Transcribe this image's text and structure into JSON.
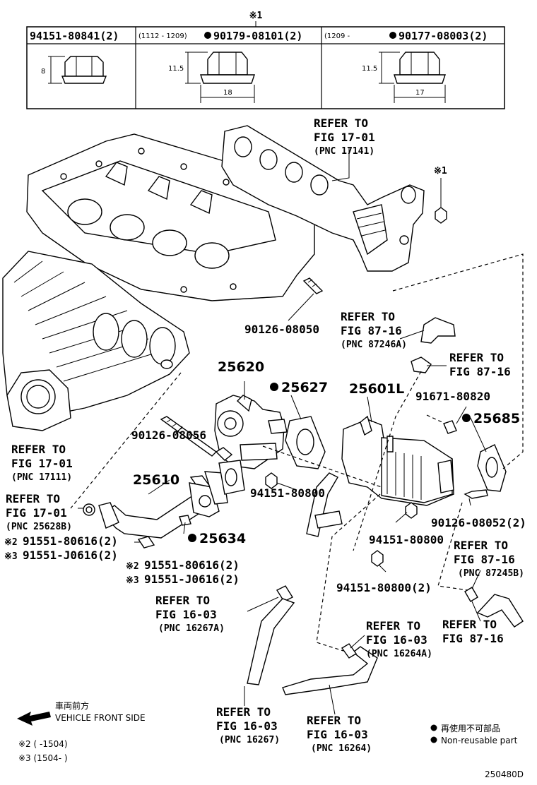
{
  "header_table": {
    "star_note": "※1",
    "cells": [
      {
        "part": "94151-80841(2)",
        "range": "",
        "dims": [
          "8"
        ]
      },
      {
        "part": "90179-08101(2)",
        "range": "(1112 - 1209)",
        "dims": [
          "11.5",
          "18"
        ]
      },
      {
        "part": "90177-08003(2)",
        "range": "(1209 -",
        "dims": [
          "11.5",
          "17"
        ]
      }
    ]
  },
  "refs": {
    "r17141": [
      "REFER TO",
      "FIG 17-01",
      "(PNC 17141)"
    ],
    "r87246a": [
      "REFER TO",
      "FIG 87-16",
      "(PNC 87246A)"
    ],
    "r8716a": [
      "REFER TO",
      "FIG 87-16"
    ],
    "r17111": [
      "REFER TO",
      "FIG 17-01",
      "(PNC 17111)"
    ],
    "r25628b": [
      "REFER TO",
      "FIG 17-01",
      "(PNC 25628B)"
    ],
    "r87245b": [
      "REFER TO",
      "FIG 87-16",
      "(PNC 87245B)"
    ],
    "r16267a": [
      "REFER TO",
      "FIG 16-03",
      "(PNC 16267A)"
    ],
    "r16264a": [
      "REFER TO",
      "FIG 16-03",
      "(PNC 16264A)"
    ],
    "r8716b": [
      "REFER TO",
      "FIG 87-16"
    ],
    "r16267": [
      "REFER TO",
      "FIG 16-03",
      "(PNC 16267)"
    ],
    "r16264": [
      "REFER TO",
      "FIG 16-03",
      "(PNC 16264)"
    ]
  },
  "parts": {
    "p1": "90126-08050",
    "p2": "25620",
    "p3": "25627",
    "p4": "25601L",
    "p5": "91671-80820",
    "p6": "25685",
    "p7": "90126-08056",
    "p8": "25610",
    "p9": "94151-80800",
    "p10": "91551-80616(2)",
    "p11": "91551-J0616(2)",
    "p12": "25634",
    "p13": "91551-80616(2)",
    "p14": "91551-J0616(2)",
    "p15": "94151-80800",
    "p16": "90126-08052(2)",
    "p17": "94151-80800(2)"
  },
  "marks": {
    "star1": "※1",
    "star2": "※2",
    "star3": "※3"
  },
  "legend": {
    "front_jp": "車両前方",
    "front_en": "VEHICLE FRONT SIDE",
    "nonreuse_jp": "再使用不可部品",
    "nonreuse_en": "Non-reusable part",
    "note2": "※2 (     -1504)",
    "note3": "※3 (1504-      )",
    "diagram_id": "250480D"
  }
}
